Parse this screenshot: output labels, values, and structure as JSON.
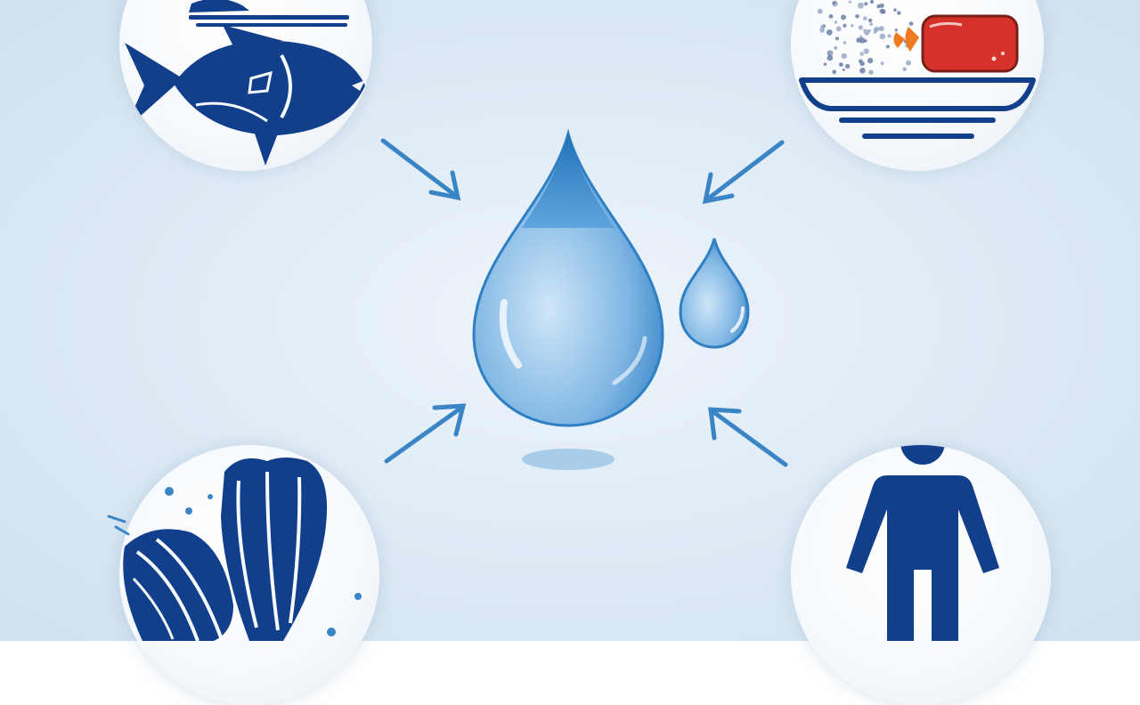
{
  "diagram": {
    "nodes": [
      {
        "id": "fish",
        "icon": "fish-icon"
      },
      {
        "id": "dish",
        "icon": "salted-dish-icon"
      },
      {
        "id": "leaves",
        "icon": "leaves-icon"
      },
      {
        "id": "person",
        "icon": "person-icon"
      }
    ],
    "center": {
      "icon": "water-drop-icon"
    },
    "arrows": [
      {
        "from": "fish",
        "to": "center"
      },
      {
        "from": "dish",
        "to": "center"
      },
      {
        "from": "leaves",
        "to": "center"
      },
      {
        "from": "person",
        "to": "center"
      }
    ]
  },
  "colors": {
    "background": "#dce9f4",
    "icon_navy": "#123f8c",
    "arrow_blue": "#3a85c6",
    "drop_light": "#cfe6f8",
    "drop_mid": "#7fb6e3",
    "drop_dark": "#2f7fc4",
    "dish_red": "#d6322b",
    "dish_orange": "#f07a22"
  }
}
